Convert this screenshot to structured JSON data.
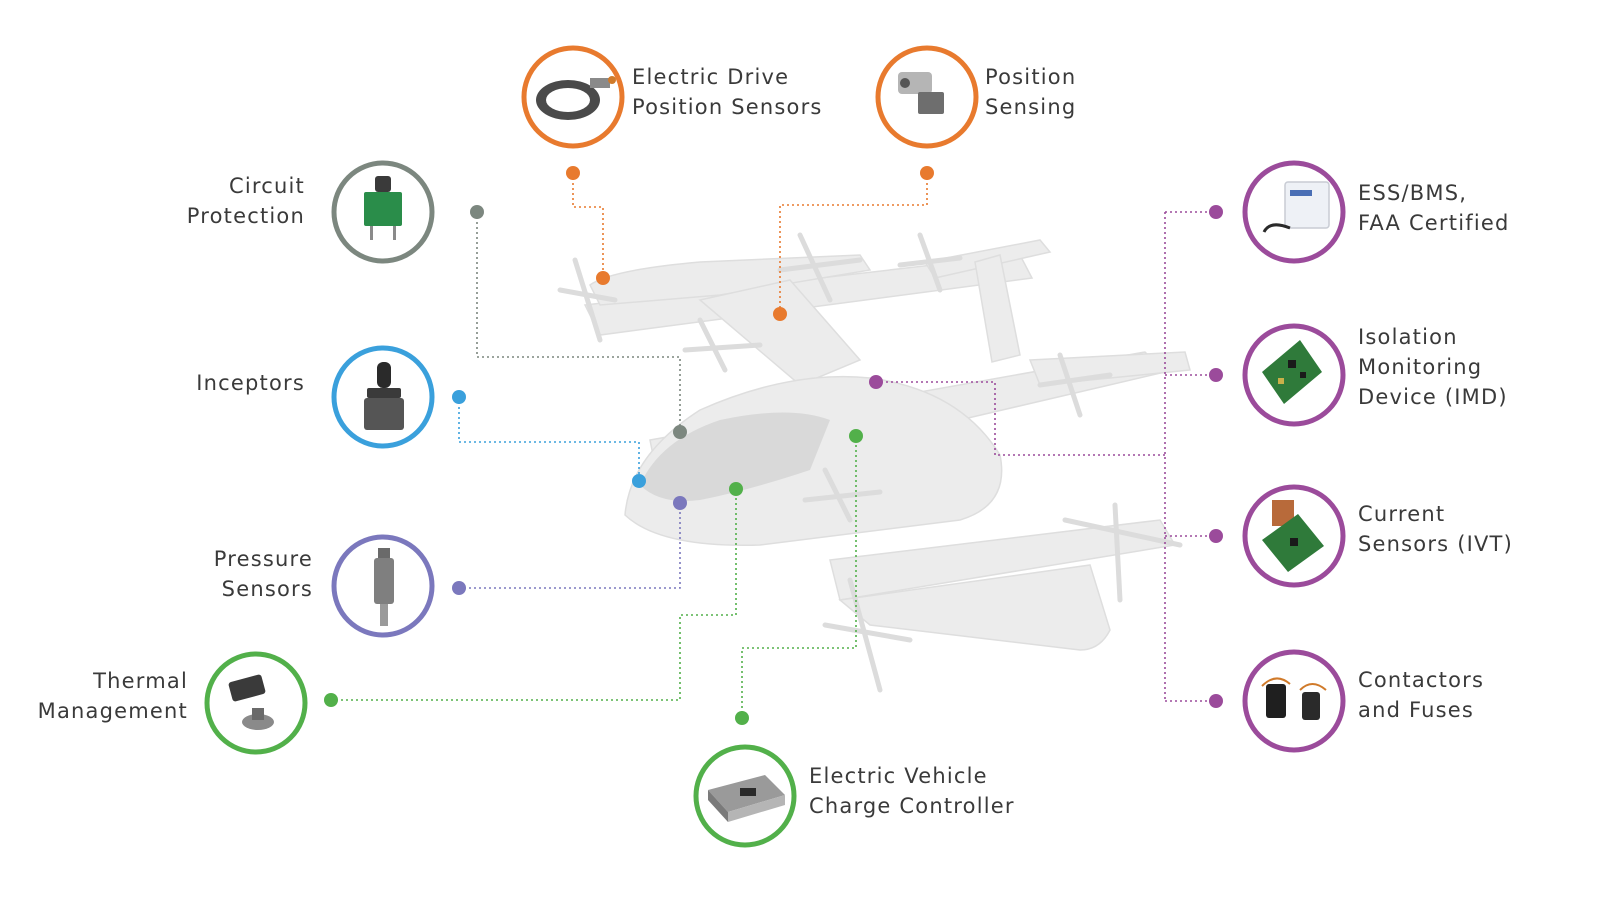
{
  "colors": {
    "orange": "#e87a2e",
    "gray": "#7c877f",
    "blue": "#3aa0dc",
    "indigo": "#7b78bd",
    "green": "#52b04a",
    "purple": "#9b4b9b",
    "aircraft": "#eeeeee"
  },
  "components": {
    "electric_drive": {
      "line1": "Electric Drive",
      "line2": "Position Sensors",
      "icon": "ring-sensor-icon",
      "color": "orange"
    },
    "position_sensing": {
      "line1": "Position",
      "line2": "Sensing",
      "icon": "position-sensor-icon",
      "color": "orange"
    },
    "circuit_protection": {
      "line1": "Circuit",
      "line2": "Protection",
      "icon": "circuit-breaker-icon",
      "color": "gray"
    },
    "inceptors": {
      "line1": "Inceptors",
      "icon": "joystick-icon",
      "color": "blue"
    },
    "pressure_sensors": {
      "line1": "Pressure",
      "line2": "Sensors",
      "icon": "pressure-sensor-icon",
      "color": "indigo"
    },
    "thermal_management": {
      "line1": "Thermal",
      "line2": "Management",
      "icon": "thermostat-icon",
      "color": "green"
    },
    "ev_charge_controller": {
      "line1": "Electric Vehicle",
      "line2": "Charge Controller",
      "icon": "controller-box-icon",
      "color": "green"
    },
    "ess_bms": {
      "line1": "ESS/BMS,",
      "line2": "FAA Certified",
      "icon": "battery-module-icon",
      "color": "purple"
    },
    "imd": {
      "line1": "Isolation",
      "line2": "Monitoring",
      "line3": "Device (IMD)",
      "icon": "circuit-board-icon",
      "color": "purple"
    },
    "current_sensors": {
      "line1": "Current",
      "line2": "Sensors (IVT)",
      "icon": "current-sensor-icon",
      "color": "purple"
    },
    "contactors": {
      "line1": "Contactors",
      "line2": "and Fuses",
      "icon": "contactor-icon",
      "color": "purple"
    }
  }
}
